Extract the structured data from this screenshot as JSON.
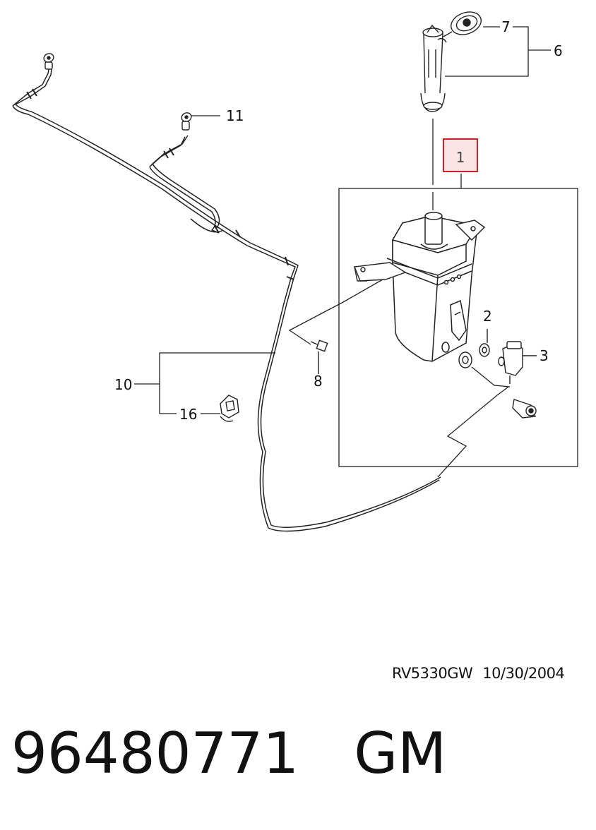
{
  "diagram": {
    "callouts": {
      "c1": "1",
      "c2": "2",
      "c3": "3",
      "c6": "6",
      "c7": "7",
      "c8": "8",
      "c10": "10",
      "c11": "11",
      "c16": "16"
    },
    "highlight_color": "#d0202a",
    "highlight_fill": "#fbe3e6",
    "drawing_code": "RV5330GW",
    "drawing_date": "10/30/2004"
  },
  "footer": {
    "part_number": "96480771",
    "brand": "GM"
  }
}
